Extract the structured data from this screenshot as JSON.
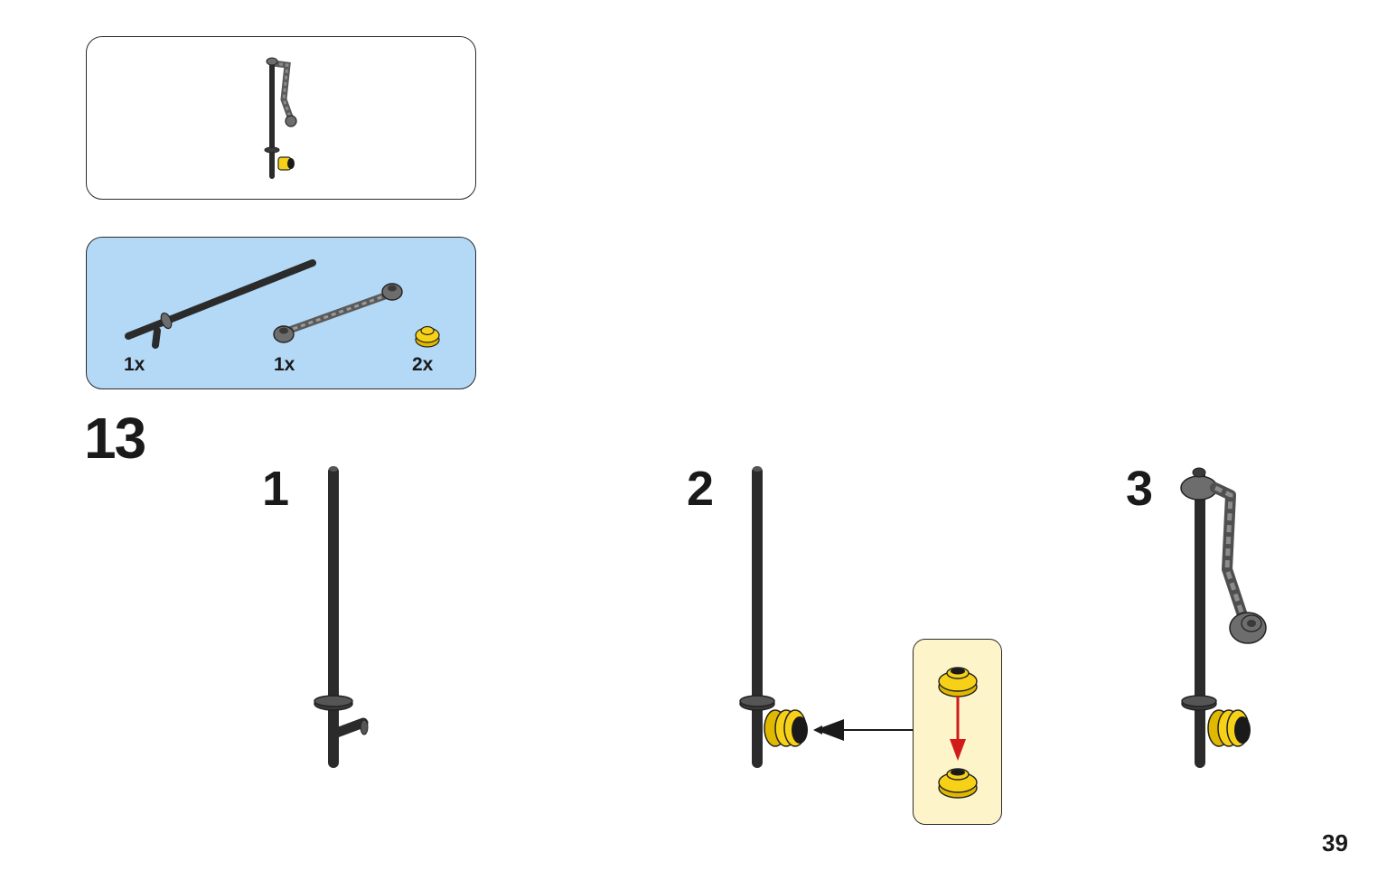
{
  "parts_list": [
    {
      "name": "bar",
      "quantity": "1x"
    },
    {
      "name": "chain",
      "quantity": "1x"
    },
    {
      "name": "round-plate",
      "quantity": "2x"
    }
  ],
  "step_number": "13",
  "substeps": [
    {
      "number": "1"
    },
    {
      "number": "2"
    },
    {
      "number": "3"
    }
  ],
  "page_number": "39",
  "colors": {
    "parts_box_bg": "#b3d9f7",
    "callout_bg": "#fdf5c9",
    "bar_black": "#2b2b2b",
    "chain_gray": "#6d6d6d",
    "plate_yellow": "#f7d117",
    "arrow_red": "#d11a1a"
  }
}
